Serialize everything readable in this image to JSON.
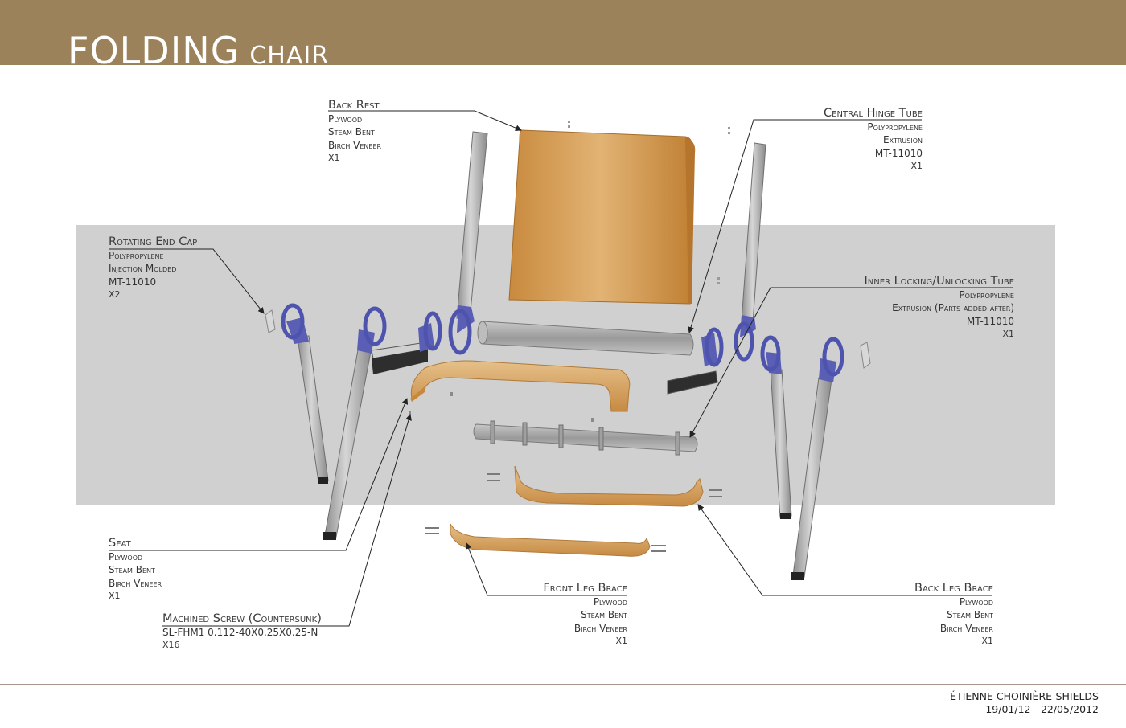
{
  "title": {
    "main": "FOLDING",
    "sub": "CHAIR"
  },
  "colors": {
    "header": "#9c825b",
    "band": "#d0d0d0",
    "wood": "#d9aa63",
    "aluminum": "#a9a9a9",
    "hinge": "#5a5fb5"
  },
  "callouts": {
    "back_rest": {
      "title": "Back Rest",
      "lines": [
        "Plywood",
        "Steam Bent",
        "Birch Veneer"
      ],
      "qty": "X1"
    },
    "central_hinge": {
      "title": "Central Hinge Tube",
      "lines": [
        "Polypropylene",
        "Extrusion",
        "MT-11010"
      ],
      "qty": "X1"
    },
    "end_cap": {
      "title": "Rotating End Cap",
      "lines": [
        "Polypropylene",
        "Injection Molded",
        "MT-11010"
      ],
      "qty": "X2"
    },
    "inner_tube": {
      "title": "Inner Locking/Unlocking Tube",
      "lines": [
        "Polypropylene",
        "Extrusion (Parts added after)",
        "MT-11010"
      ],
      "qty": "X1"
    },
    "seat": {
      "title": "Seat",
      "lines": [
        "Plywood",
        "Steam Bent",
        "Birch Veneer"
      ],
      "qty": "X1"
    },
    "screw": {
      "title": "Machined Screw (Countersunk)",
      "lines": [
        "SL-FHM1 0.112-40X0.25X0.25-N"
      ],
      "qty": "X16"
    },
    "front_brace": {
      "title": "Front Leg Brace",
      "lines": [
        "Plywood",
        "Steam Bent",
        "Birch Veneer"
      ],
      "qty": "X1"
    },
    "back_brace": {
      "title": "Back Leg Brace",
      "lines": [
        "Plywood",
        "Steam Bent",
        "Birch Veneer"
      ],
      "qty": "X1"
    }
  },
  "footer": {
    "author": "ÉTIENNE CHOINIÈRE-SHIELDS",
    "dates": "19/01/12 - 22/05/2012"
  }
}
